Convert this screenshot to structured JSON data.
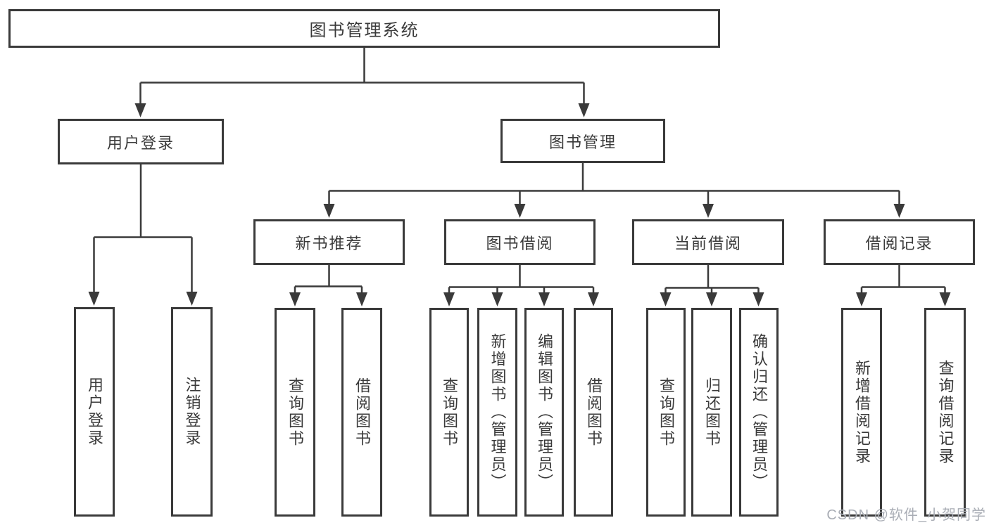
{
  "diagram": {
    "type": "hierarchy",
    "hierarchy": {
      "root": "图书管理系统",
      "children": [
        {
          "label": "用户登录",
          "children": [
            "用户登录",
            "注销登录"
          ]
        },
        {
          "label": "图书管理",
          "children": [
            {
              "label": "新书推荐",
              "children": [
                "查询图书",
                "借阅图书"
              ]
            },
            {
              "label": "图书借阅",
              "children": [
                "查询图书",
                "新增图书（管理员）",
                "编辑图书（管理员）",
                "借阅图书"
              ]
            },
            {
              "label": "当前借阅",
              "children": [
                "查询图书",
                "归还图书",
                "确认归还（管理员）"
              ]
            },
            {
              "label": "借阅记录",
              "children": [
                "新增借阅记录",
                "查询借阅记录"
              ]
            }
          ]
        }
      ]
    }
  },
  "nodes": {
    "root": {
      "label": "图书管理系统"
    },
    "user_login_group": {
      "label": "用户登录"
    },
    "book_mgmt": {
      "label": "图书管理"
    },
    "new_book_rec": {
      "label": "新书推荐"
    },
    "book_borrow": {
      "label": "图书借阅"
    },
    "current_borrow": {
      "label": "当前借阅"
    },
    "borrow_records": {
      "label": "借阅记录"
    },
    "user_login": {
      "label": "用户登录"
    },
    "logout": {
      "label": "注销登录"
    },
    "rec_query_book": {
      "label": "查询图书"
    },
    "rec_borrow_book": {
      "label": "借阅图书"
    },
    "bb_query_book": {
      "label": "查询图书"
    },
    "bb_add_book": {
      "label": "新增图书（管理员）"
    },
    "bb_edit_book": {
      "label": "编辑图书（管理员）"
    },
    "bb_borrow_book": {
      "label": "借阅图书"
    },
    "cb_query_book": {
      "label": "查询图书"
    },
    "cb_return_book": {
      "label": "归还图书"
    },
    "cb_confirm_return": {
      "label": "确认归还（管理员）"
    },
    "br_add_record": {
      "label": "新增借阅记录"
    },
    "br_query_record": {
      "label": "查询借阅记录"
    }
  },
  "colors": {
    "line": "#3a3a3a",
    "text": "#3a3a3a",
    "background": "#ffffff",
    "watermark": "#a9adb5"
  },
  "watermark": {
    "text": "CSDN @软件_小贺同学"
  }
}
